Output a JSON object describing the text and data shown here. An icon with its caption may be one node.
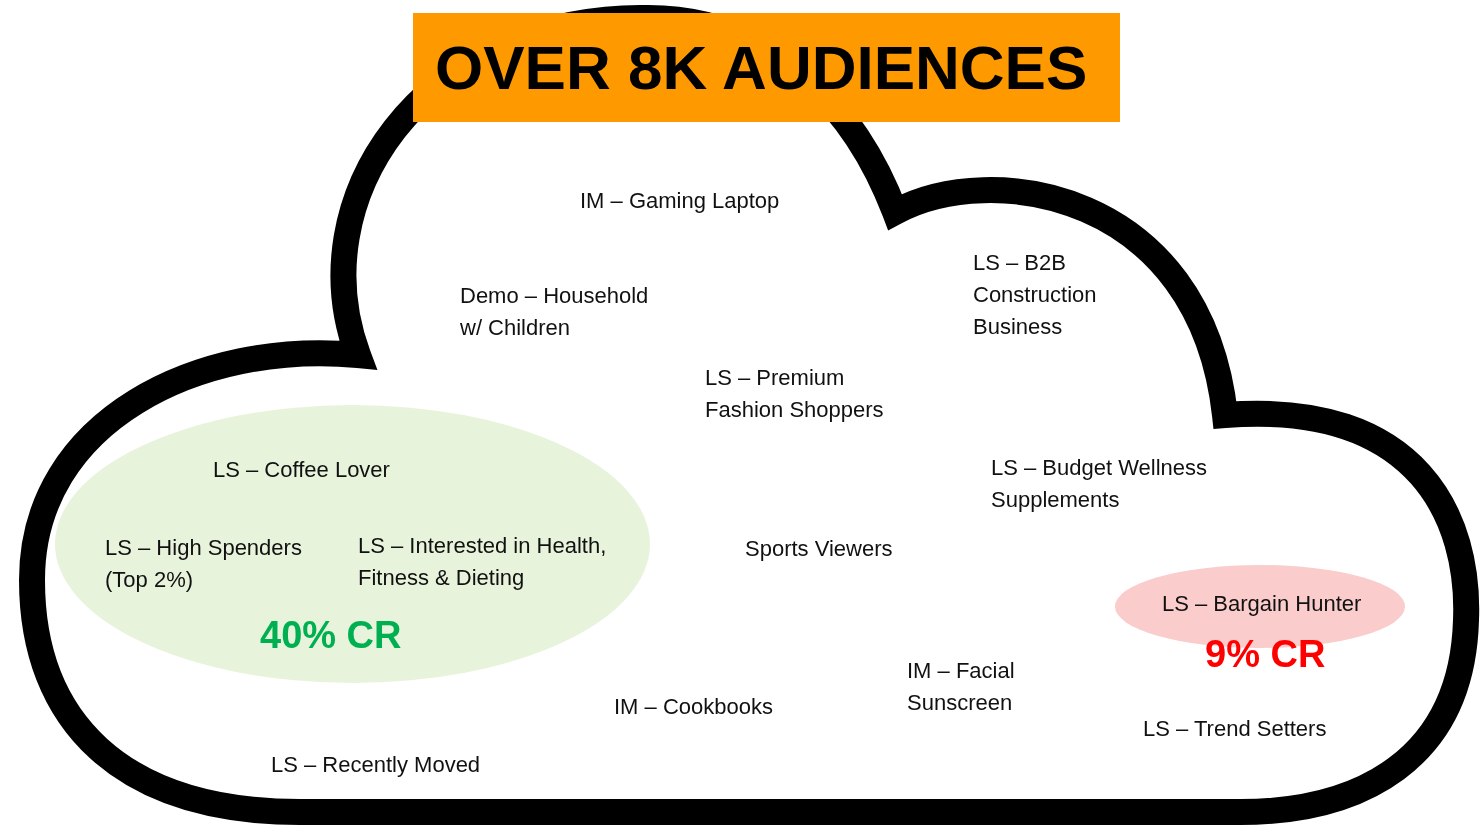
{
  "diagram": {
    "title": "OVER 8K AUDIENCES",
    "nodes": [
      {
        "text": [
          "IM – Gaming Laptop",
          "Demo – Household w/ Children",
          "LS – B2B Construction Business",
          "LS – Premium Fashion Shoppers",
          "LS – Budget Wellness Supplements",
          "Sports Viewers",
          "IM – Facial Sunscreen",
          "IM – Cookbooks",
          "LS – Trend Setters",
          "LS – Recently Moved"
        ]
      },
      {
        "text": [
          "LS – Coffee Lover",
          "LS – High Spenders (Top 2%)",
          "LS – Interested in Health, Fitness & Dieting",
          "40% CR"
        ],
        "in": 0
      },
      {
        "text": [
          "LS – Bargain Hunter",
          "9% CR"
        ],
        "in": 0
      }
    ]
  }
}
